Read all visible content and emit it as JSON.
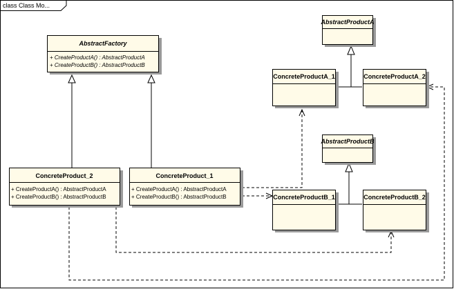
{
  "frame": {
    "label": "class Class Mo..."
  },
  "classes": {
    "abstract_factory": {
      "name": "AbstractFactory",
      "abstract": true,
      "operations": [
        "+   CreateProductA() : AbstractProductA",
        "+   CreateProductB() : AbstractProductB"
      ]
    },
    "abstract_product_a": {
      "name": "AbstractProductA",
      "abstract": true
    },
    "abstract_product_b": {
      "name": "AbstractProductB",
      "abstract": true
    },
    "concrete_product_a1": {
      "name": "ConcreteProductA_1"
    },
    "concrete_product_a2": {
      "name": "ConcreteProductA_2"
    },
    "concrete_product_b1": {
      "name": "ConcreteProductB_1"
    },
    "concrete_product_b2": {
      "name": "ConcreteProductB_2"
    },
    "concrete_product_2": {
      "name": "ConcreteProduct_2",
      "operations": [
        "+   CreateProductA() : AbstractProductA",
        "+   CreateProductB() : AbstractProductB"
      ]
    },
    "concrete_product_1": {
      "name": "ConcreteProduct_1",
      "operations": [
        "+   CreateProductA() : AbstractProductA",
        "+   CreateProductB() : AbstractProductB"
      ]
    }
  }
}
